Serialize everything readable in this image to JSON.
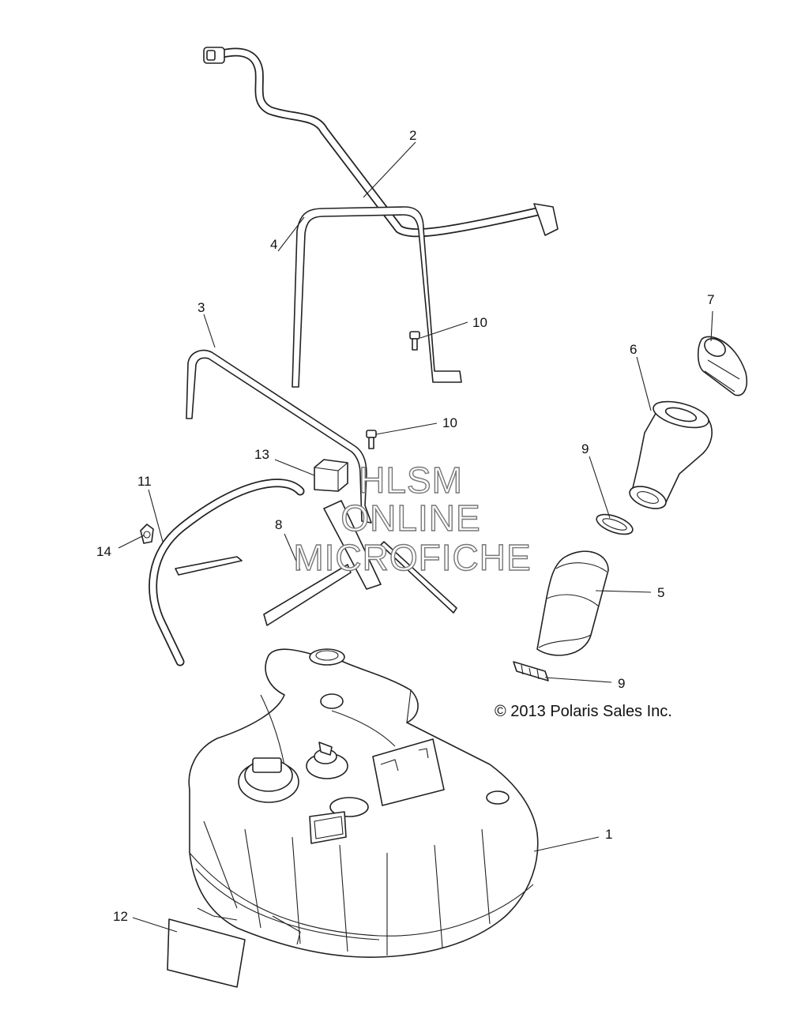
{
  "callouts": {
    "c1": "1",
    "c2": "2",
    "c3": "3",
    "c4": "4",
    "c5": "5",
    "c6": "6",
    "c7": "7",
    "c8": "8",
    "c9a": "9",
    "c9b": "9",
    "c10a": "10",
    "c10b": "10",
    "c11": "11",
    "c12": "12",
    "c13": "13",
    "c14": "14"
  },
  "copyright": "© 2013 Polaris Sales Inc.",
  "watermark": {
    "line1": "HLSM",
    "line2": "ONLINE",
    "line3": "MICROFICHE"
  },
  "colors": {
    "line": "#222222",
    "background": "#ffffff",
    "watermark_outline": "#777777"
  }
}
